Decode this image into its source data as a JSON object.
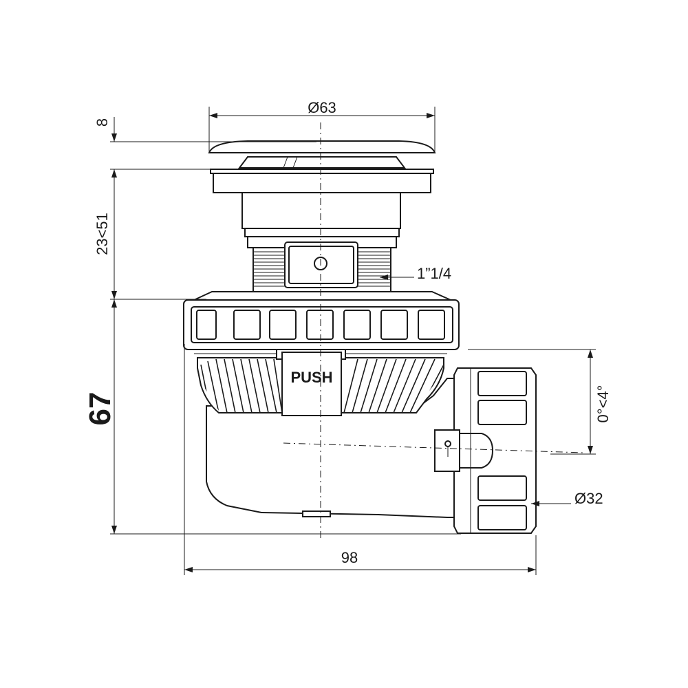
{
  "dimensions": {
    "cap_diameter": "Ø63",
    "cap_height": "8",
    "adjust_range": "23<51",
    "thread_size": "1”1/4",
    "total_height": "67",
    "outlet_angle": "0°<4°",
    "outlet_diameter": "Ø32",
    "total_width": "98"
  },
  "labels": {
    "push": "PUSH"
  }
}
